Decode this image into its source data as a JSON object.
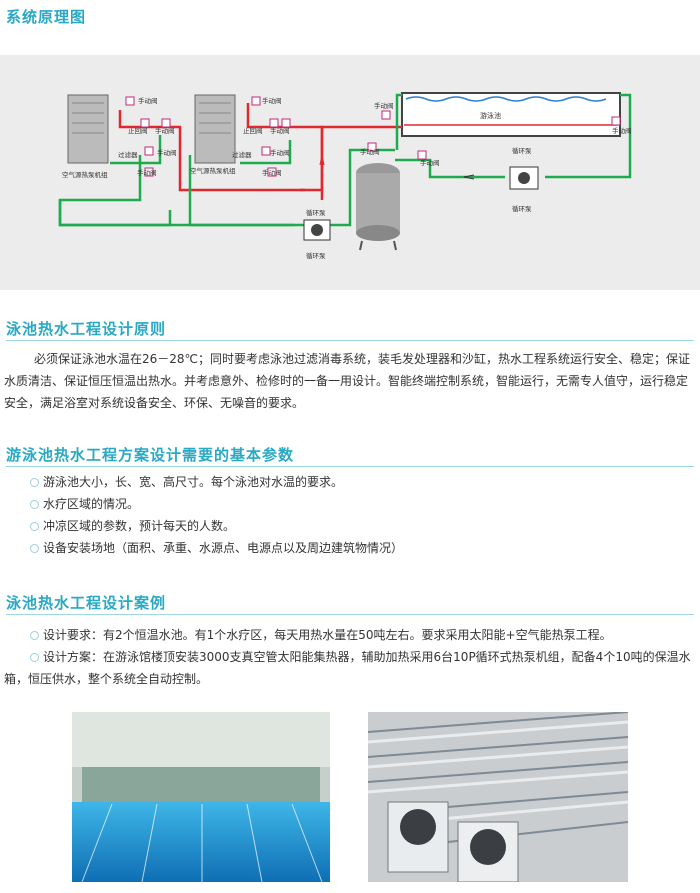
{
  "section1": {
    "title": "系统原理图"
  },
  "diagram": {
    "labels": {
      "valve": "手动阀",
      "check_valve": "止回阀",
      "filter": "过滤器",
      "unit": "空气源热泵机组",
      "pump": "循环泵",
      "pool": "游泳池"
    }
  },
  "section2": {
    "title": "泳池热水工程设计原则",
    "body": "必须保证泳池水温在26－28℃；同时要考虑泳池过滤消毒系统，装毛发处理器和沙缸，热水工程系统运行安全、稳定；保证水质清洁、保证恒压恒温出热水。并考虑意外、检修时的一备一用设计。智能终端控制系统，智能运行，无需专人值守，运行稳定安全，满足浴室对系统设备安全、环保、无噪音的要求。"
  },
  "section3": {
    "title": "游泳池热水工程方案设计需要的基本参数",
    "items": [
      "游泳池大小，长、宽、高尺寸。每个泳池对水温的要求。",
      "水疗区域的情况。",
      "冲凉区域的参数，预计每天的人数。",
      "设备安装场地（面积、承重、水源点、电源点以及周边建筑物情况）"
    ]
  },
  "section4": {
    "title": "泳池热水工程设计案例",
    "items": [
      "设计要求：有2个恒温水池。有1个水疗区，每天用热水量在50吨左右。要求采用太阳能+空气能热泵工程。",
      "设计方案：在游泳馆楼顶安装3000支真空管太阳能集热器，辅助加热采用6台10P循环式热泵机组，配备4个10吨的保温水箱，恒压供水，整个系统全自动控制。"
    ]
  },
  "colors": {
    "accent": "#2aa8c4",
    "hot_pipe": "#e0282e",
    "cold_pipe": "#1eaa4e"
  }
}
